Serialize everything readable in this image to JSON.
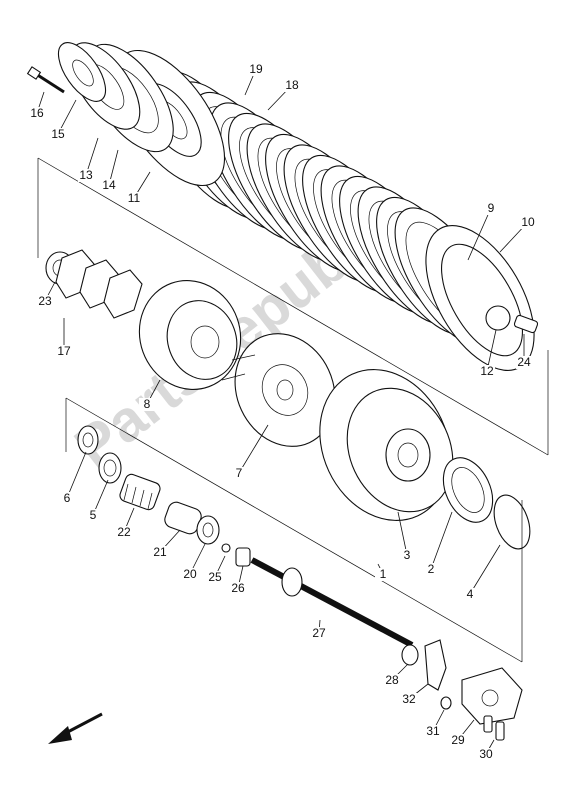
{
  "watermark": "PartsRepublik",
  "callouts": [
    {
      "id": "1",
      "text": "1"
    },
    {
      "id": "2",
      "text": "2"
    },
    {
      "id": "3",
      "text": "3"
    },
    {
      "id": "4",
      "text": "4"
    },
    {
      "id": "5",
      "text": "5"
    },
    {
      "id": "6",
      "text": "6"
    },
    {
      "id": "7",
      "text": "7"
    },
    {
      "id": "8",
      "text": "8"
    },
    {
      "id": "9",
      "text": "9"
    },
    {
      "id": "10",
      "text": "10"
    },
    {
      "id": "11",
      "text": "11"
    },
    {
      "id": "12",
      "text": "12"
    },
    {
      "id": "13",
      "text": "13"
    },
    {
      "id": "14",
      "text": "14"
    },
    {
      "id": "15",
      "text": "15"
    },
    {
      "id": "16",
      "text": "16"
    },
    {
      "id": "17",
      "text": "17"
    },
    {
      "id": "18",
      "text": "18"
    },
    {
      "id": "19",
      "text": "19"
    },
    {
      "id": "20",
      "text": "20"
    },
    {
      "id": "21",
      "text": "21"
    },
    {
      "id": "22",
      "text": "22"
    },
    {
      "id": "23",
      "text": "23"
    },
    {
      "id": "24",
      "text": "24"
    },
    {
      "id": "25",
      "text": "25"
    },
    {
      "id": "26",
      "text": "26"
    },
    {
      "id": "27",
      "text": "27"
    },
    {
      "id": "28",
      "text": "28"
    },
    {
      "id": "29",
      "text": "29"
    },
    {
      "id": "30",
      "text": "30"
    },
    {
      "id": "31",
      "text": "31"
    },
    {
      "id": "32",
      "text": "32"
    }
  ]
}
